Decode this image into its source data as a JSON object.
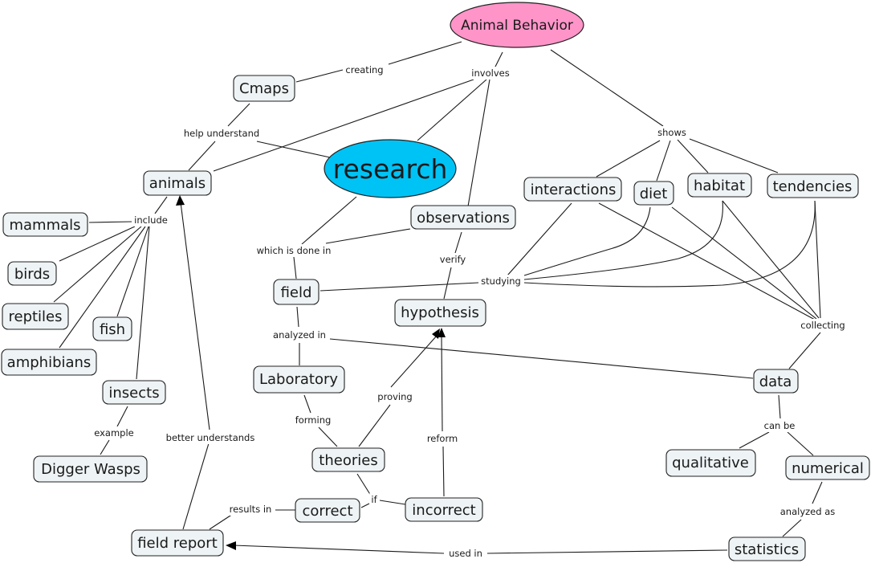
{
  "title": "Animal Behavior",
  "colors": {
    "root_fill": "#ff94c8",
    "research_fill": "#00c3f5",
    "concept_fill": "#eef3f5",
    "border": "#222222",
    "line": "#1a1a1a"
  },
  "concepts": {
    "animal_behavior": "Animal Behavior",
    "research": "research",
    "cmaps": "Cmaps",
    "animals": "animals",
    "mammals": "mammals",
    "birds": "birds",
    "reptiles": "reptiles",
    "fish": "fish",
    "amphibians": "amphibians",
    "insects": "insects",
    "digger_wasps": "Digger Wasps",
    "field_report": "field report",
    "field": "field",
    "observations": "observations",
    "hypothesis": "hypothesis",
    "laboratory": "Laboratory",
    "theories": "theories",
    "correct": "correct",
    "incorrect": "incorrect",
    "interactions": "interactions",
    "diet": "diet",
    "habitat": "habitat",
    "tendencies": "tendencies",
    "data": "data",
    "qualitative": "qualitative",
    "numerical": "numerical",
    "statistics": "statistics"
  },
  "links": {
    "creating": "creating",
    "involves": "involves",
    "help_understand": "help understand",
    "shows": "shows",
    "include": "include",
    "example": "example",
    "better_understands": "better understands",
    "which_is_done_in": "which is done in",
    "verify": "verify",
    "studying": "studying",
    "analyzed_in": "analyzed in",
    "collecting": "collecting",
    "forming": "forming",
    "proving": "proving",
    "reform": "reform",
    "if": "if",
    "results_in": "results in",
    "used_in": "used in",
    "can_be": "can be",
    "analyzed_as": "analyzed as"
  },
  "relations": [
    [
      "animal_behavior",
      "creating",
      "cmaps"
    ],
    [
      "animal_behavior",
      "involves",
      "research"
    ],
    [
      "animal_behavior",
      "involves",
      "animals"
    ],
    [
      "animal_behavior",
      "involves",
      "observations"
    ],
    [
      "animal_behavior",
      "shows",
      "interactions"
    ],
    [
      "animal_behavior",
      "shows",
      "diet"
    ],
    [
      "animal_behavior",
      "shows",
      "habitat"
    ],
    [
      "animal_behavior",
      "shows",
      "tendencies"
    ],
    [
      "cmaps",
      "help understand",
      "animals"
    ],
    [
      "cmaps",
      "help understand",
      "research"
    ],
    [
      "animals",
      "include",
      "mammals"
    ],
    [
      "animals",
      "include",
      "birds"
    ],
    [
      "animals",
      "include",
      "reptiles"
    ],
    [
      "animals",
      "include",
      "amphibians"
    ],
    [
      "animals",
      "include",
      "fish"
    ],
    [
      "animals",
      "include",
      "insects"
    ],
    [
      "insects",
      "example",
      "Digger Wasps"
    ],
    [
      "field report",
      "better understands",
      "animals"
    ],
    [
      "research",
      "which is done in",
      "field"
    ],
    [
      "observations",
      "which is done in",
      "field"
    ],
    [
      "observations",
      "verify",
      "hypothesis"
    ],
    [
      "field",
      "studying",
      "interactions, diet, habitat, tendencies"
    ],
    [
      "field",
      "analyzed in",
      "Laboratory"
    ],
    [
      "field",
      "analyzed in",
      "data"
    ],
    [
      "interactions, diet, habitat, tendencies",
      "collecting",
      "data"
    ],
    [
      "Laboratory",
      "forming",
      "theories"
    ],
    [
      "theories",
      "proving",
      "hypothesis"
    ],
    [
      "incorrect",
      "reform",
      "hypothesis"
    ],
    [
      "theories",
      "if",
      "correct"
    ],
    [
      "theories",
      "if",
      "incorrect"
    ],
    [
      "correct",
      "results in",
      "field report"
    ],
    [
      "statistics",
      "used in",
      "field report"
    ],
    [
      "data",
      "can be",
      "qualitative"
    ],
    [
      "data",
      "can be",
      "numerical"
    ],
    [
      "numerical",
      "analyzed as",
      "statistics"
    ]
  ]
}
